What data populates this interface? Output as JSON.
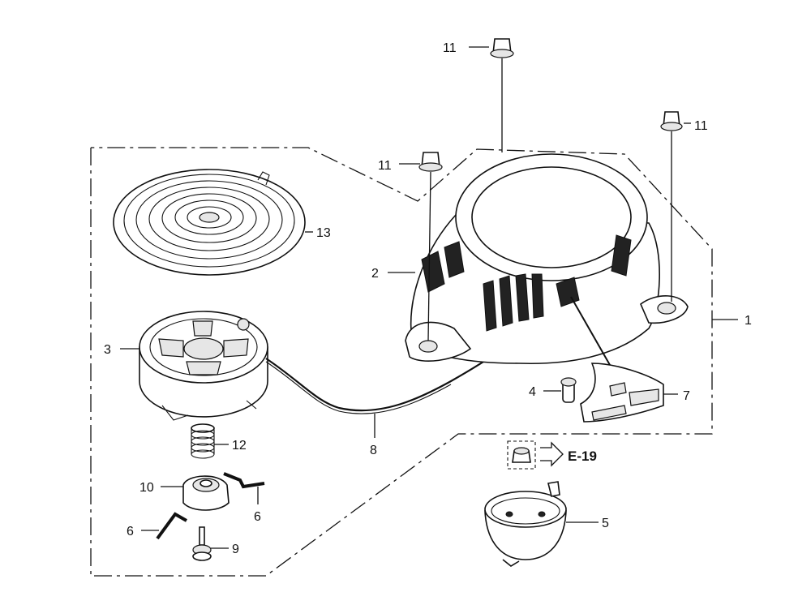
{
  "diagram": {
    "callouts": [
      {
        "id": "c11a",
        "text": "11"
      },
      {
        "id": "c11b",
        "text": "11"
      },
      {
        "id": "c11c",
        "text": "11"
      },
      {
        "id": "c13",
        "text": "13"
      },
      {
        "id": "c2",
        "text": "2"
      },
      {
        "id": "c1",
        "text": "1"
      },
      {
        "id": "c3",
        "text": "3"
      },
      {
        "id": "c4",
        "text": "4"
      },
      {
        "id": "c7",
        "text": "7"
      },
      {
        "id": "c12",
        "text": "12"
      },
      {
        "id": "c8",
        "text": "8"
      },
      {
        "id": "c10",
        "text": "10"
      },
      {
        "id": "c6a",
        "text": "6"
      },
      {
        "id": "c6b",
        "text": "6"
      },
      {
        "id": "c9",
        "text": "9"
      },
      {
        "id": "c5",
        "text": "5"
      }
    ],
    "reference": {
      "text": "E-19"
    }
  }
}
